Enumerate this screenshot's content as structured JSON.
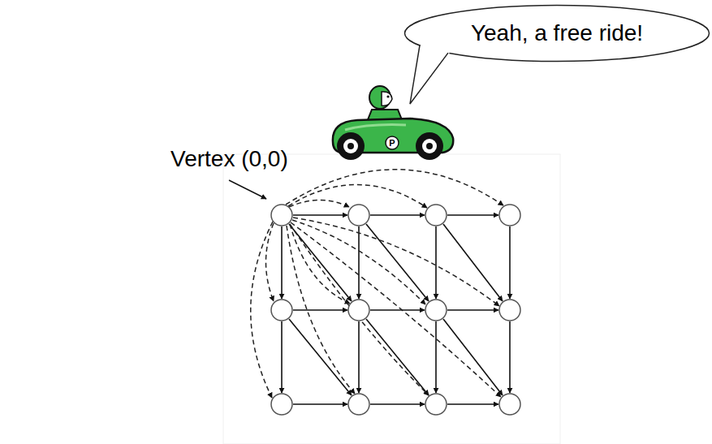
{
  "diagram": {
    "nodes": [
      {
        "text": [
          "Yeah, a free ride!"
        ]
      }
    ],
    "labels": [
      "Vertex (0,0)",
      "P"
    ]
  }
}
